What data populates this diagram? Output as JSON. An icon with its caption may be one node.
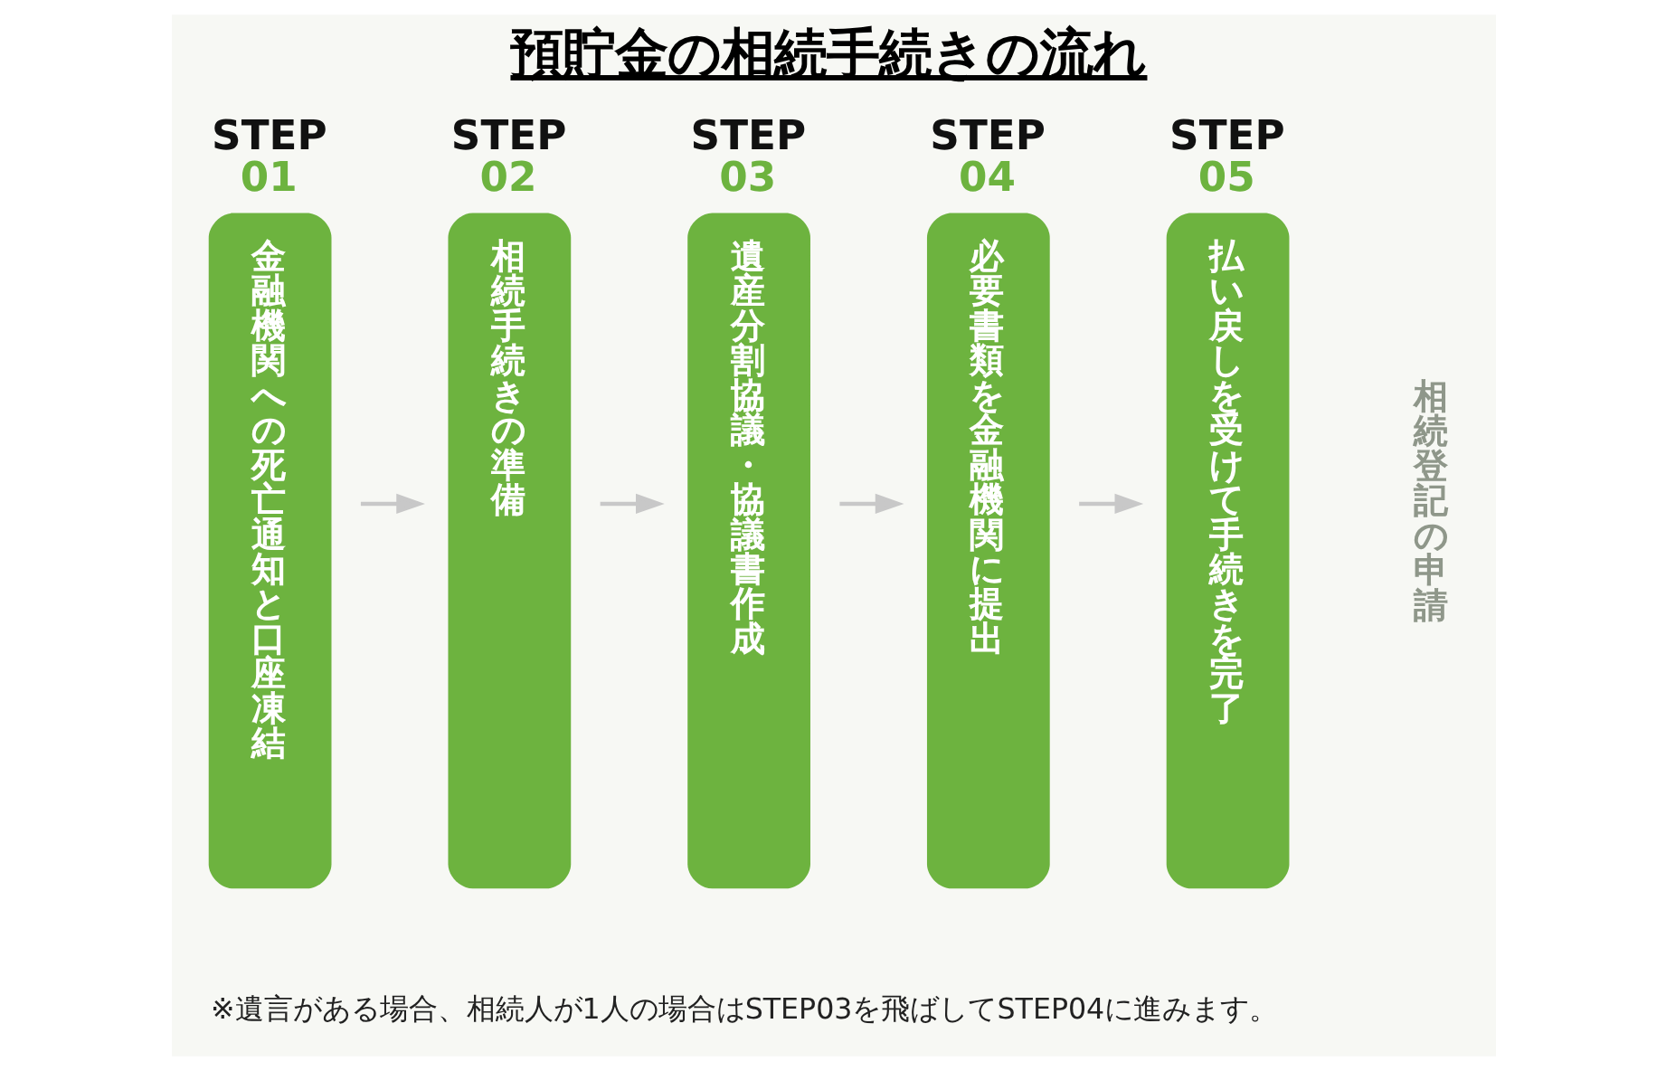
{
  "diagram": {
    "title": "預貯金の相続手続きの流れ",
    "nodes": [
      {
        "text": [
          "STEP 01",
          "金融機関への死亡通知と口座凍結"
        ]
      },
      {
        "text": [
          "STEP 02",
          "相続手続きの準備"
        ]
      },
      {
        "text": [
          "STEP 03",
          "遺産分割協議・協議書作成"
        ]
      },
      {
        "text": [
          "STEP 04",
          "必要書類を金融機関に提出"
        ]
      },
      {
        "text": [
          "STEP 05",
          "払い戻しを受けて手続きを完了"
        ]
      }
    ],
    "edges": [
      {
        "from": 0,
        "to": 1,
        "arrow": "to"
      },
      {
        "from": 1,
        "to": 2,
        "arrow": "to"
      },
      {
        "from": 2,
        "to": 3,
        "arrow": "to"
      },
      {
        "from": 3,
        "to": 4,
        "arrow": "to"
      }
    ],
    "labels": [
      "相続登記の申請",
      "※遺言がある場合、相続人が1人の場合はSTEP03を飛ばしてSTEP04に進みます。"
    ]
  }
}
